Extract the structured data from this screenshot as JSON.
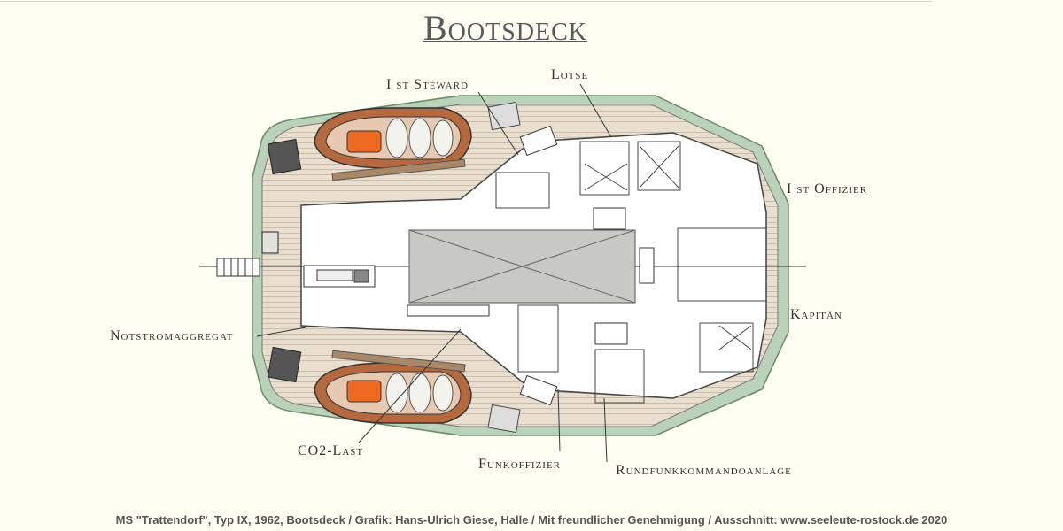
{
  "title": "Bootsdeck",
  "labels": {
    "steward": "I st Steward",
    "lotse": "Lotse",
    "offizier": "I st Offizier",
    "kapitaen": "Kapitän",
    "notstrom": "Notstromaggregat",
    "co2": "CO2-Last",
    "funk": "Funkoffizier",
    "rundfunk": "Rundfunkkommandoanlage"
  },
  "caption": "MS \"Trattendorf\", Typ IX, 1962, Bootsdeck / Grafik: Hans-Ulrich Giese, Halle / Mit freundlicher Genehmigung / Ausschnitt: www.seeleute-rostock.de 2020",
  "colors": {
    "background": "#fefef2",
    "hull_outline": "#a8c4a8",
    "deck": "#e8dccb",
    "lifeboat": "#b46a3e",
    "lifeboat_accent": "#ee6a22",
    "hatch": "#c9c9c4"
  }
}
